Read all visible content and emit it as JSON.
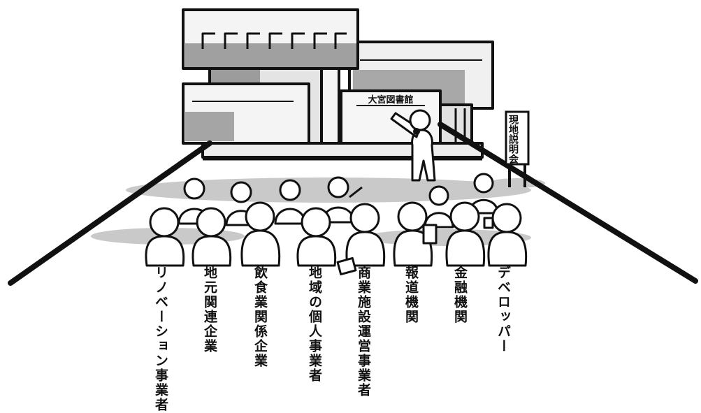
{
  "building": {
    "sign": "大宮図書館"
  },
  "board": {
    "text": "現地説明会"
  },
  "audience": [
    {
      "label": "リノベーション事業者"
    },
    {
      "label": "地元関連企業"
    },
    {
      "label": "飲食業関係企業"
    },
    {
      "label": "地域の個人事業者"
    },
    {
      "label": "商業施設運営事業者"
    },
    {
      "label": "報道機関"
    },
    {
      "label": "金融機関"
    },
    {
      "label": "デベロッパー"
    }
  ],
  "colors": {
    "ink": "#111111",
    "shadow": "#bdbdbd",
    "wall_light": "#f2f2f2",
    "wall_mid": "#d6d6d6",
    "wall_dark": "#9e9e9e"
  }
}
